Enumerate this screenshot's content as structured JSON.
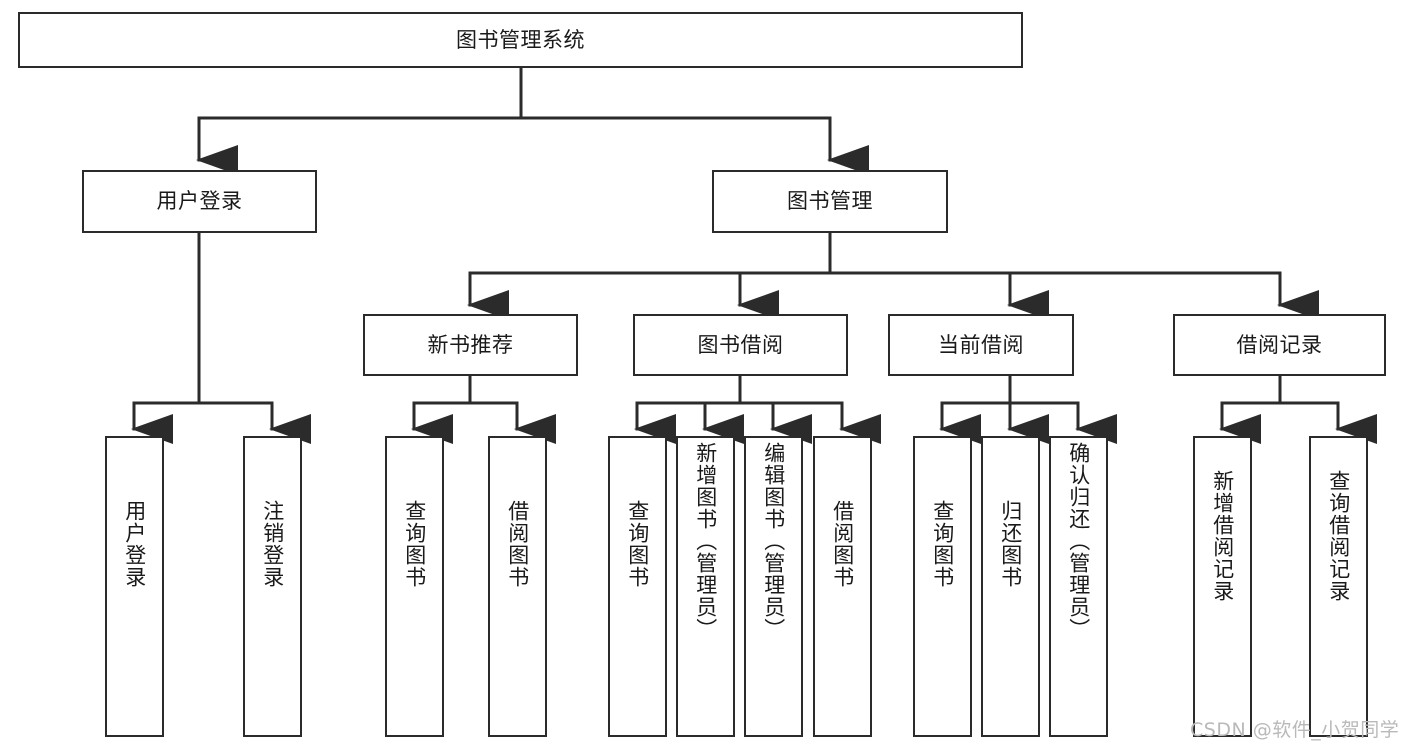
{
  "diagram": {
    "title": "图书管理系统",
    "type": "tree-hierarchy",
    "watermark": "CSDN @软件_小贺同学",
    "colors": {
      "stroke": "#2b2b2b",
      "fill": "#ffffff",
      "text": "#1a1a1a",
      "watermark": "#b9b9b9"
    },
    "nodes": [
      {
        "id": "root",
        "label": "图书管理系统",
        "level": 1,
        "orient": "horizontal"
      },
      {
        "id": "user_login",
        "label": "用户登录",
        "level": 2,
        "orient": "horizontal"
      },
      {
        "id": "book_mgmt",
        "label": "图书管理",
        "level": 2,
        "orient": "horizontal"
      },
      {
        "id": "new_rec",
        "label": "新书推荐",
        "level": 3,
        "orient": "horizontal"
      },
      {
        "id": "borrow",
        "label": "图书借阅",
        "level": 3,
        "orient": "horizontal"
      },
      {
        "id": "current",
        "label": "当前借阅",
        "level": 3,
        "orient": "horizontal"
      },
      {
        "id": "records",
        "label": "借阅记录",
        "level": 3,
        "orient": "horizontal"
      },
      {
        "id": "l_login",
        "label": "用户登录",
        "level": 4,
        "orient": "vertical"
      },
      {
        "id": "l_logout",
        "label": "注销登录",
        "level": 4,
        "orient": "vertical"
      },
      {
        "id": "l_q1",
        "label": "查询图书",
        "level": 4,
        "orient": "vertical"
      },
      {
        "id": "l_b1",
        "label": "借阅图书",
        "level": 4,
        "orient": "vertical"
      },
      {
        "id": "l_q2",
        "label": "查询图书",
        "level": 4,
        "orient": "vertical"
      },
      {
        "id": "l_add_book",
        "label": "新增图书（管理员）",
        "level": 4,
        "orient": "vertical"
      },
      {
        "id": "l_edit_book",
        "label": "编辑图书（管理员）",
        "level": 4,
        "orient": "vertical"
      },
      {
        "id": "l_b2",
        "label": "借阅图书",
        "level": 4,
        "orient": "vertical"
      },
      {
        "id": "l_q3",
        "label": "查询图书",
        "level": 4,
        "orient": "vertical"
      },
      {
        "id": "l_return",
        "label": "归还图书",
        "level": 4,
        "orient": "vertical"
      },
      {
        "id": "l_confirm",
        "label": "确认归还（管理员）",
        "level": 4,
        "orient": "vertical"
      },
      {
        "id": "l_add_rec",
        "label": "新增借阅记录",
        "level": 4,
        "orient": "vertical"
      },
      {
        "id": "l_query_rec",
        "label": "查询借阅记录",
        "level": 4,
        "orient": "vertical"
      }
    ],
    "edges": [
      {
        "from": "root",
        "to": "user_login"
      },
      {
        "from": "root",
        "to": "book_mgmt"
      },
      {
        "from": "user_login",
        "to": "l_login"
      },
      {
        "from": "user_login",
        "to": "l_logout"
      },
      {
        "from": "book_mgmt",
        "to": "new_rec"
      },
      {
        "from": "book_mgmt",
        "to": "borrow"
      },
      {
        "from": "book_mgmt",
        "to": "current"
      },
      {
        "from": "book_mgmt",
        "to": "records"
      },
      {
        "from": "new_rec",
        "to": "l_q1"
      },
      {
        "from": "new_rec",
        "to": "l_b1"
      },
      {
        "from": "borrow",
        "to": "l_q2"
      },
      {
        "from": "borrow",
        "to": "l_add_book"
      },
      {
        "from": "borrow",
        "to": "l_edit_book"
      },
      {
        "from": "borrow",
        "to": "l_b2"
      },
      {
        "from": "current",
        "to": "l_q3"
      },
      {
        "from": "current",
        "to": "l_return"
      },
      {
        "from": "current",
        "to": "l_confirm"
      },
      {
        "from": "records",
        "to": "l_add_rec"
      },
      {
        "from": "records",
        "to": "l_query_rec"
      }
    ]
  }
}
